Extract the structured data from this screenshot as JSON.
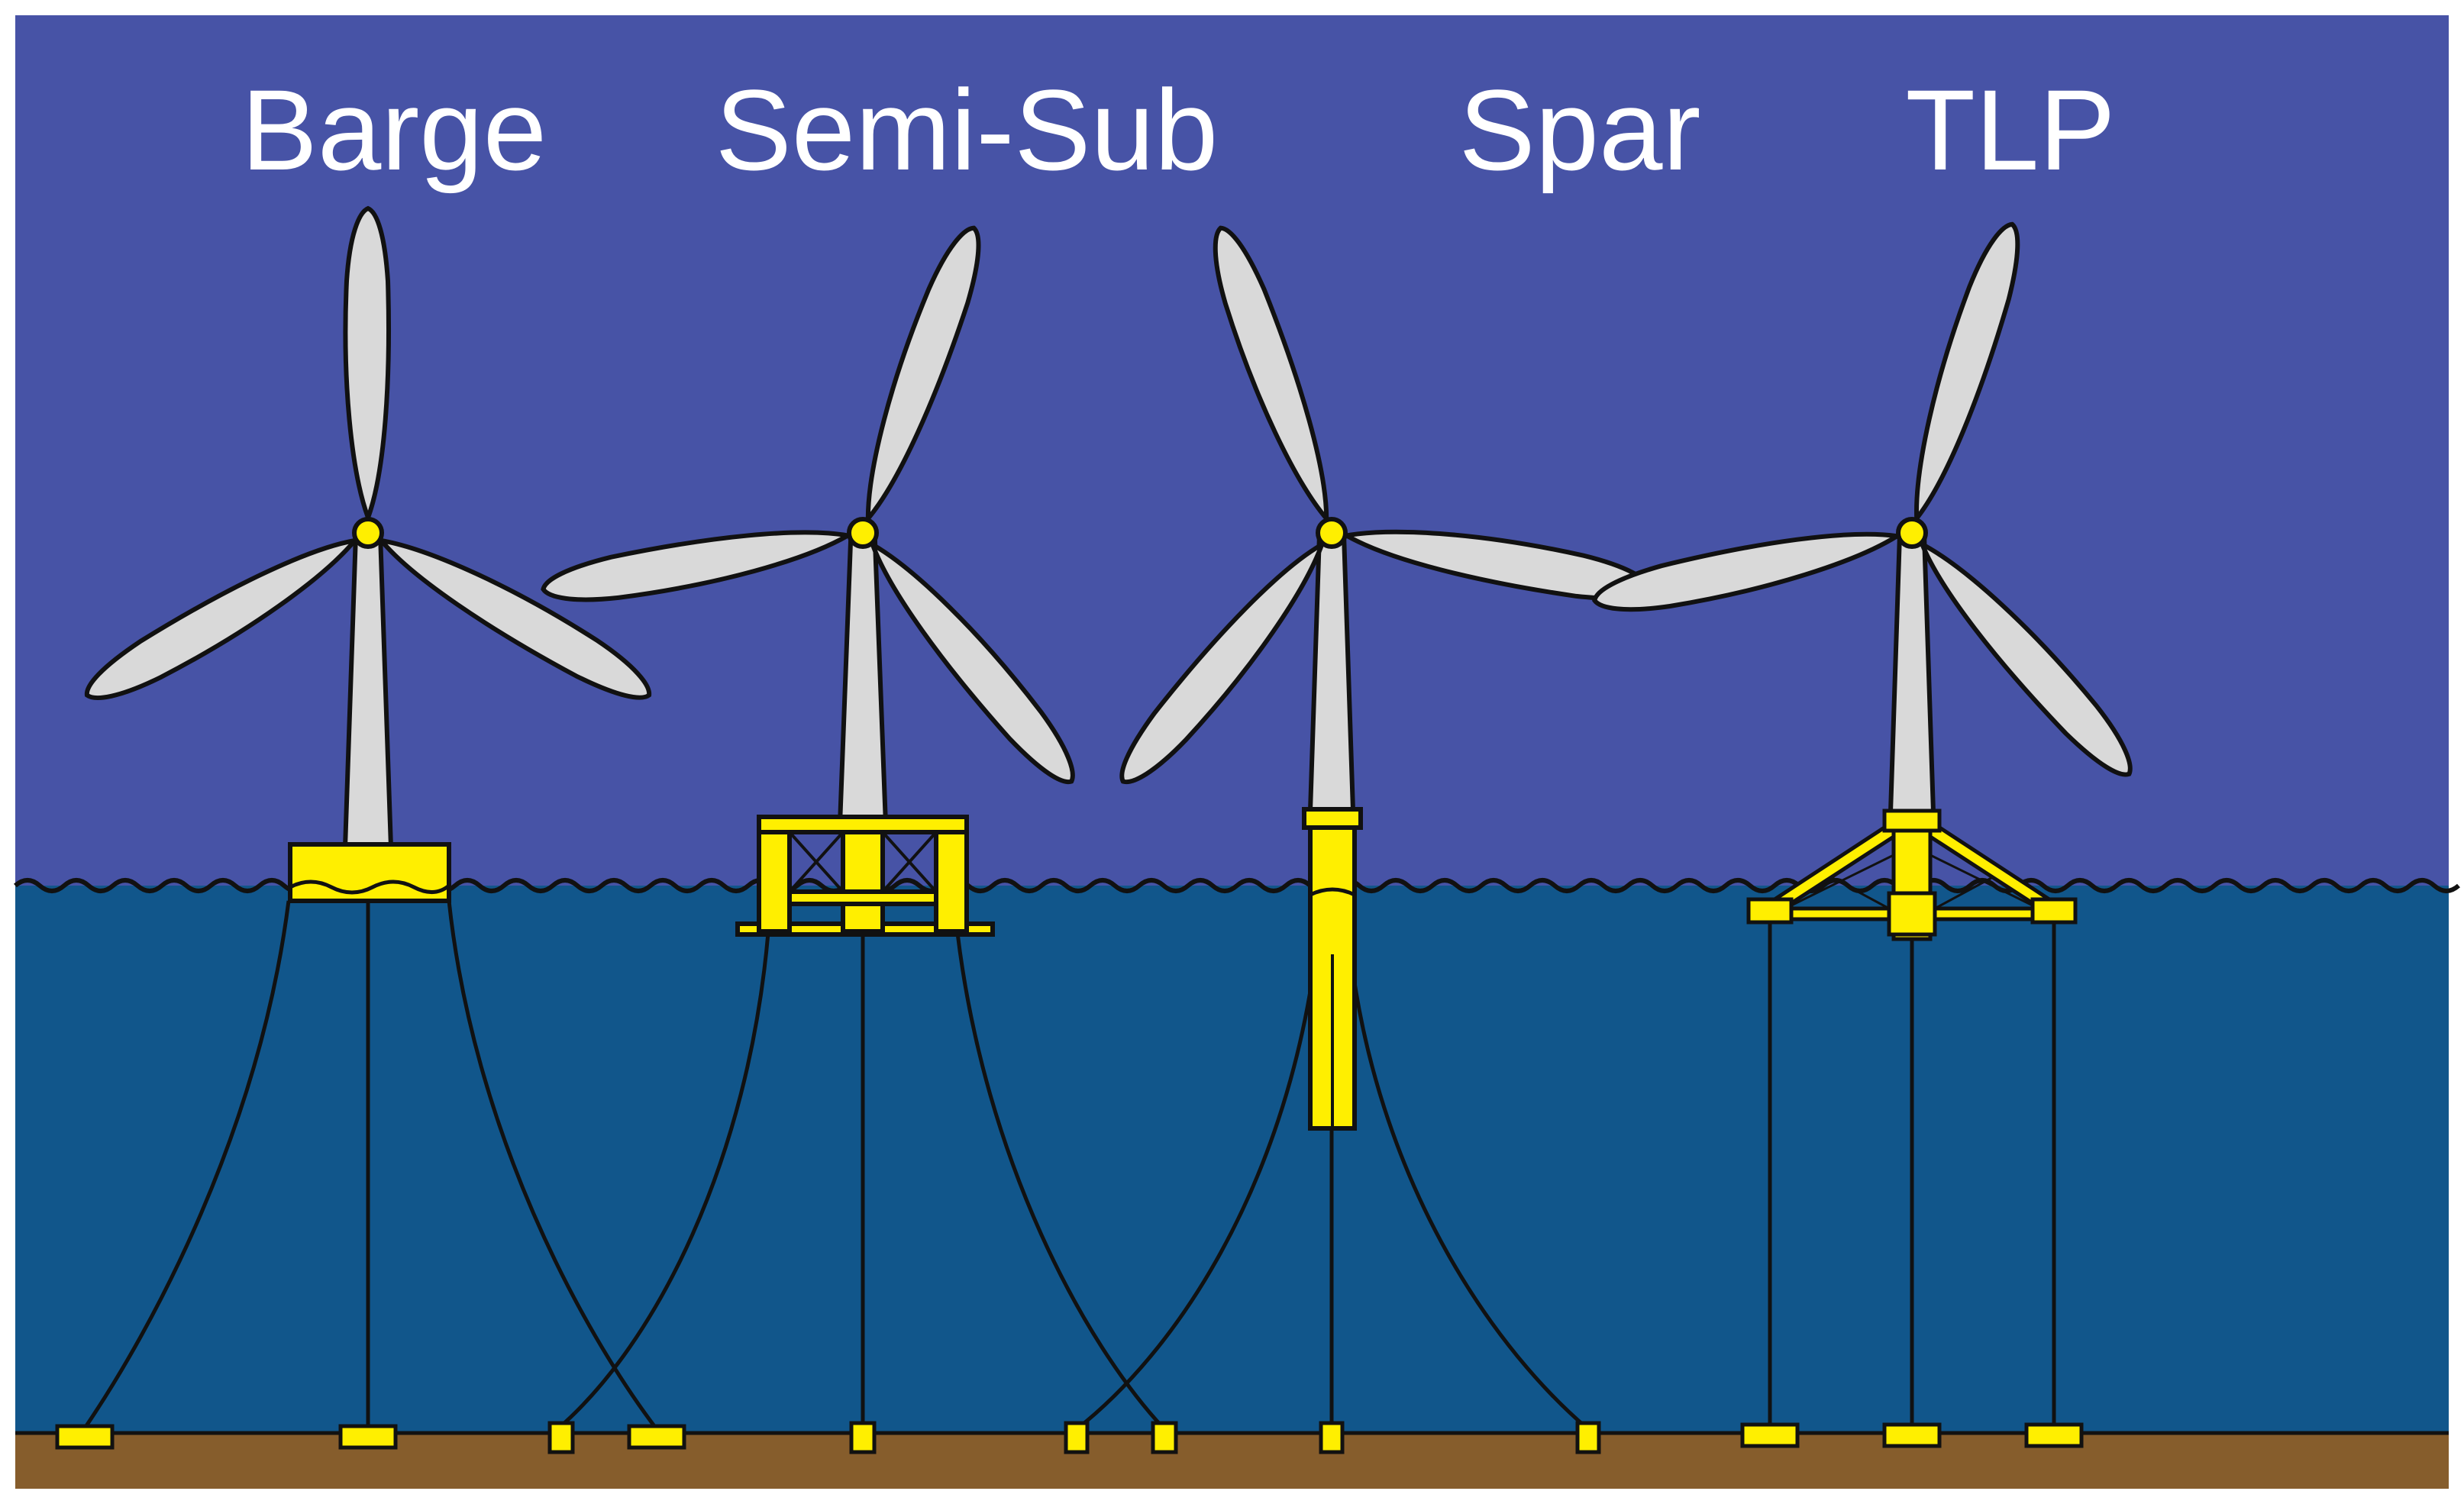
{
  "colors": {
    "sky": "#4753a6",
    "sea": "#11568b",
    "seabed": "#865d2c",
    "platform": "#ffef00",
    "blade": "#d9d9d9",
    "outline": "#111111",
    "label": "#ffffff"
  },
  "platforms": [
    {
      "id": "barge",
      "label": "Barge"
    },
    {
      "id": "semi-sub",
      "label": "Semi-Sub"
    },
    {
      "id": "spar",
      "label": "Spar"
    },
    {
      "id": "tlp",
      "label": "TLP"
    }
  ]
}
